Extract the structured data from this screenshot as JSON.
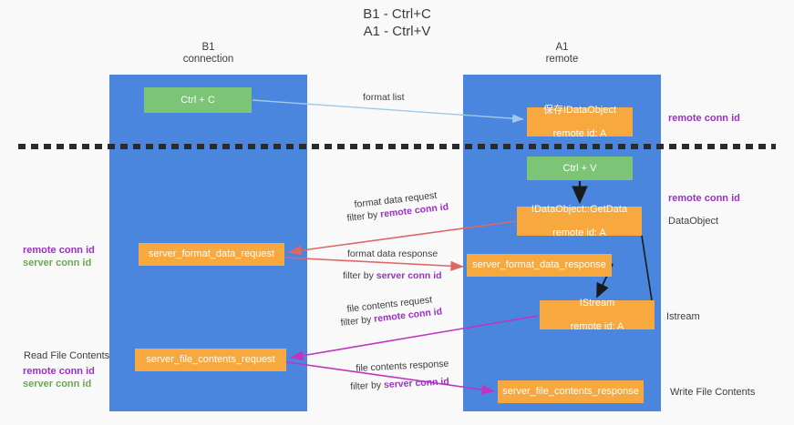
{
  "title": {
    "line1": "B1 - Ctrl+C",
    "line2": "A1 - Ctrl+V"
  },
  "lanes": [
    {
      "id": "b1",
      "name": "B1",
      "role": "connection"
    },
    {
      "id": "a1",
      "name": "A1",
      "role": "remote"
    }
  ],
  "nodes": {
    "ctrl_c": {
      "label": "Ctrl + C",
      "color": "#7cc576"
    },
    "save_idataobject": {
      "line1": "保存IDataObject",
      "line2": "remote id: A",
      "color": "#f7a83e"
    },
    "ctrl_v": {
      "label": "Ctrl + V",
      "color": "#7cc576"
    },
    "getdata": {
      "line1": "IDataObject::GetData",
      "line2": "remote id: A",
      "color": "#f7a83e"
    },
    "format_data_request": {
      "label": "server_format_data_request",
      "color": "#f7a83e"
    },
    "format_data_response": {
      "label": "server_format_data_response",
      "color": "#f7a83e"
    },
    "istream": {
      "line1": "IStream",
      "line2": "remote id: A",
      "color": "#f7a83e"
    },
    "file_contents_request": {
      "label": "server_file_contents_request",
      "color": "#f7a83e"
    },
    "file_contents_response": {
      "label": "server_file_contents_response",
      "color": "#f7a83e"
    }
  },
  "edge_labels": {
    "format_list": "format list",
    "format_data_request": "format data request",
    "format_data_request_filter_prefix": "filter by ",
    "format_data_request_filter_key": "remote conn id",
    "format_data_response": "format data response",
    "format_data_response_filter_prefix": "filter by ",
    "format_data_response_filter_key": "server conn id",
    "file_contents_request": "file contents request",
    "file_contents_request_filter_prefix": "filter by ",
    "file_contents_request_filter_key": "remote conn id",
    "file_contents_response": "file contents response",
    "file_contents_response_filter_prefix": "filter by ",
    "file_contents_response_filter_key": "server conn id"
  },
  "annotations": {
    "right_remote_conn_id_top": "remote conn id",
    "right_remote_conn_id_mid": "remote conn id",
    "right_dataobject": "DataObject",
    "right_istream": "Istream",
    "right_write_file_contents": "Write File Contents",
    "left_read_file_contents": "Read File Contents",
    "left_remote_conn_id_mid": "remote conn id",
    "left_server_conn_id_mid": "server conn id",
    "left_remote_conn_id_bottom": "remote conn id",
    "left_server_conn_id_bottom": "server conn id"
  },
  "colors": {
    "lane_blue": "#4a86dd",
    "node_green": "#7cc576",
    "node_orange": "#f7a83e",
    "accent_purple": "#9b30c9",
    "accent_green": "#6aa84f",
    "arrow_light_blue": "#9ec9e8",
    "arrow_red": "#e06666",
    "arrow_magenta": "#c034c0",
    "arrow_black": "#1a1a1a",
    "background": "#f9f9f9",
    "divider": "#2b2b2b"
  }
}
